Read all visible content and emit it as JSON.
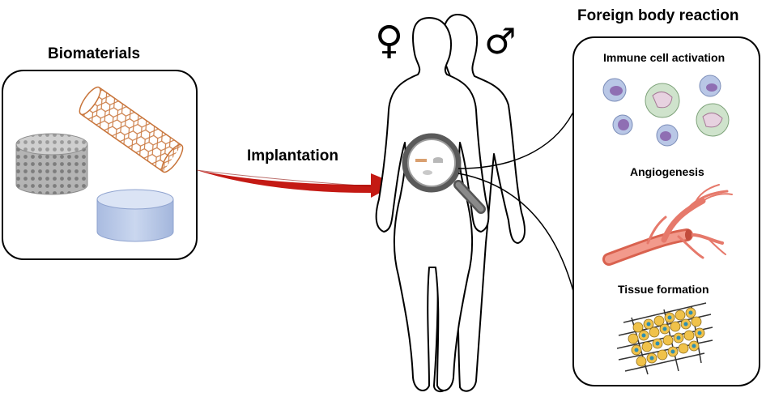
{
  "labels": {
    "biomaterials": "Biomaterials",
    "implantation": "Implantation",
    "foreign_body_reaction": "Foreign body reaction",
    "immune_cell_activation": "Immune cell activation",
    "angiogenesis": "Angiogenesis",
    "tissue_formation": "Tissue formation",
    "female_symbol": "♀",
    "male_symbol": "♂"
  },
  "colors": {
    "arrow": "#c41a14",
    "vessel": "#e6796b",
    "scaffold_orange": "#c8743a",
    "porous_gray": "#a8a8a8",
    "hydrogel_blue": "#b8c8e4",
    "immune_cell_blue": "#b9c7e6",
    "immune_cell_green": "#cfe3cc",
    "tissue_cell_yellow": "#f0c24a",
    "tissue_nucleus": "#2f8fb0"
  }
}
